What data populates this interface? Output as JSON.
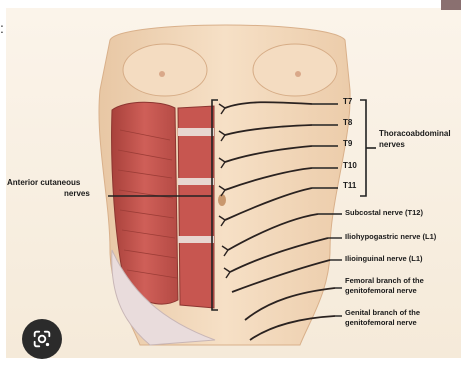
{
  "labels": {
    "t7": "T7",
    "t8": "T8",
    "t9": "T9",
    "t10": "T10",
    "t11": "T11",
    "thoraco_line1": "Thoracoabdominal",
    "thoraco_line2": "nerves",
    "anterior_line1": "Anterior cutaneous",
    "anterior_line2": "nerves",
    "subcostal": "Subcostal nerve (T12)",
    "iliohypogastric": "Iliohypogastric nerve (L1)",
    "ilioinguinal": "Ilioinguinal nerve (L1)",
    "femoral_line1": "Femoral branch of the",
    "femoral_line2": "genitofemoral nerve",
    "genital_line1": "Genital branch of the",
    "genital_line2": "genitofemoral nerve"
  },
  "icons": {
    "lens": "google-lens-icon"
  },
  "colors": {
    "skin": "#f2d6b8",
    "skin_shadow": "#e3bd96",
    "muscle": "#c4504a",
    "muscle_dark": "#9e3a36",
    "nerve": "#2a2220",
    "lens_bg": "#2b2b2b",
    "background": "#ffffff"
  }
}
